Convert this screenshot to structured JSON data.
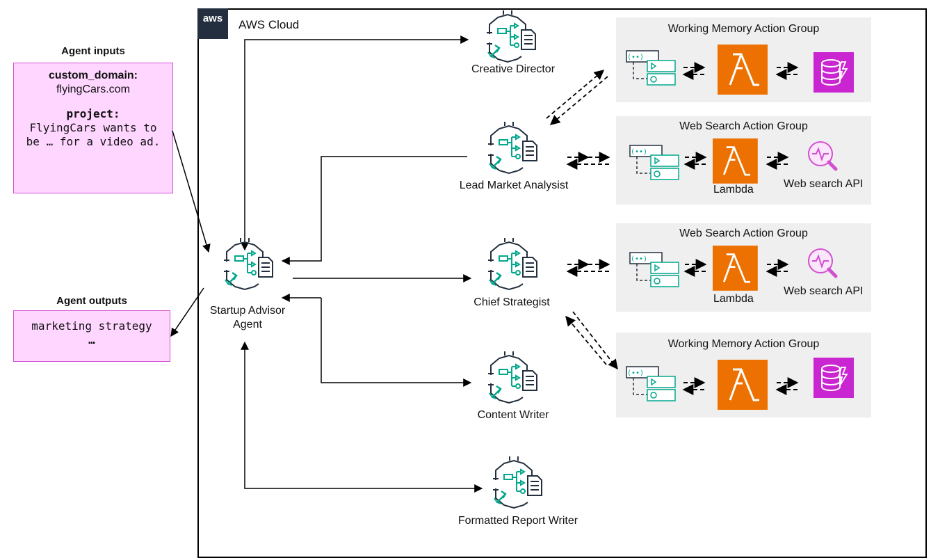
{
  "cloud": {
    "label": "AWS Cloud",
    "logo_text": "aws"
  },
  "inputs": {
    "title": "Agent inputs",
    "custom_domain_key": "custom_domain:",
    "custom_domain_value": "flyingCars.com",
    "project_key": "project:",
    "project_line1": "FlyingCars wants to",
    "project_line2": "be … for a video ad."
  },
  "outputs": {
    "title": "Agent outputs",
    "line1": "marketing strategy",
    "line2": "…"
  },
  "agents": {
    "supervisor": {
      "line1": "Startup Advisor",
      "line2": "Agent"
    },
    "creative_director": "Creative Director",
    "lead_market_analyst": "Lead Market Analysist",
    "chief_strategist": "Chief Strategist",
    "content_writer": "Content Writer",
    "formatted_report_writer": "Formatted Report Writer"
  },
  "groups": {
    "working_memory_1": {
      "title": "Working Memory Action Group"
    },
    "web_search_1": {
      "title": "Web Search Action Group",
      "lambda_label": "Lambda",
      "api_label": "Web search API"
    },
    "web_search_2": {
      "title": "Web Search Action Group",
      "lambda_label": "Lambda",
      "api_label": "Web search API"
    },
    "working_memory_2": {
      "title": "Working Memory Action Group"
    }
  },
  "colors": {
    "lambda": "#ED7100",
    "dynamodb": "#C925D1",
    "agent_teal": "#01A88D",
    "note_fill": "#FFD6FF",
    "note_border": "#D24FD2",
    "group_fill": "#EFEFEF",
    "aws_logo": "#232F3E"
  }
}
